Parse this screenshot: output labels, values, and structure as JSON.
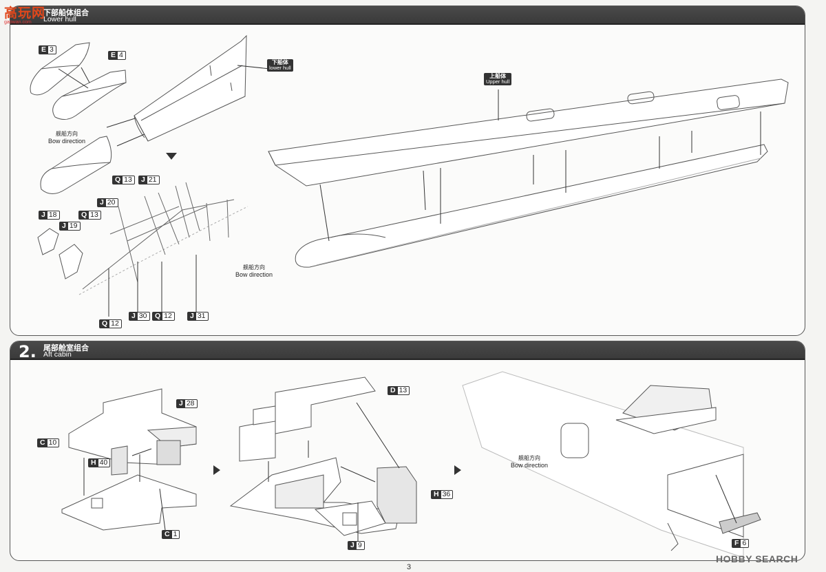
{
  "watermark": {
    "text": "高玩网",
    "url": "gaowan.com"
  },
  "steps": [
    {
      "number": "",
      "title_cn": "下部船体组合",
      "title_en": "Lower hull"
    },
    {
      "number": "2.",
      "title_cn": "尾部舱室组合",
      "title_en": "Aft cabin"
    }
  ],
  "labels": {
    "lower_hull": {
      "cn": "下船体",
      "en": "lower hull"
    },
    "upper_hull": {
      "cn": "上船体",
      "en": "Upper hull"
    },
    "bow_direction": {
      "cn": "舰船方向",
      "en": "Bow direction"
    }
  },
  "part_tags": [
    {
      "letter": "E",
      "num": "3"
    },
    {
      "letter": "E",
      "num": "4"
    },
    {
      "letter": "Q",
      "num": "13"
    },
    {
      "letter": "J",
      "num": "21"
    },
    {
      "letter": "J",
      "num": "20"
    },
    {
      "letter": "Q",
      "num": "13"
    },
    {
      "letter": "J",
      "num": "18"
    },
    {
      "letter": "J",
      "num": "19"
    },
    {
      "letter": "Q",
      "num": "12"
    },
    {
      "letter": "J",
      "num": "30"
    },
    {
      "letter": "Q",
      "num": "12"
    },
    {
      "letter": "J",
      "num": "31"
    },
    {
      "letter": "J",
      "num": "28"
    },
    {
      "letter": "C",
      "num": "10"
    },
    {
      "letter": "H",
      "num": "40"
    },
    {
      "letter": "C",
      "num": "1"
    },
    {
      "letter": "D",
      "num": "13"
    },
    {
      "letter": "H",
      "num": "36"
    },
    {
      "letter": "J",
      "num": "9"
    },
    {
      "letter": "F",
      "num": "6"
    }
  ],
  "page_number": "3",
  "brand": "HOBBY SEARCH",
  "colors": {
    "header": "#3f3f3f",
    "line": "#555555",
    "tag": "#333333"
  }
}
